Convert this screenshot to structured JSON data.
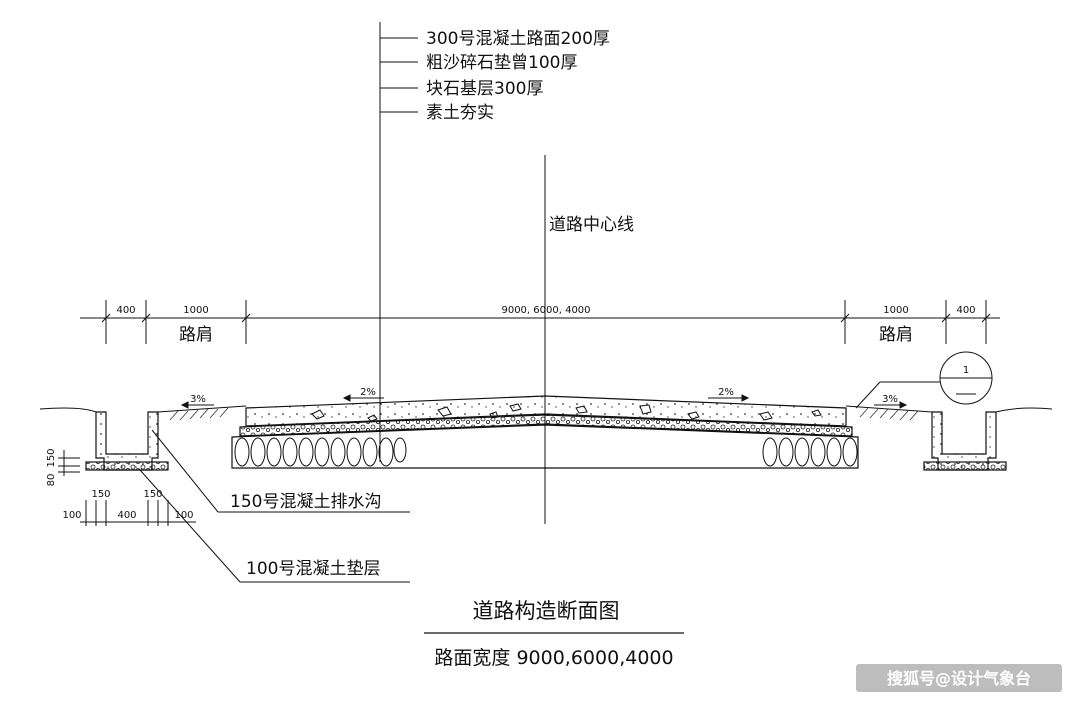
{
  "layer_labels": [
    "300号混凝土路面200厚",
    "粗沙碎石垫曾100厚",
    "块石基层300厚",
    "素土夯实"
  ],
  "centerline_label": "道路中心线",
  "top_dimensions": {
    "left_outer": "400",
    "left_shoulder": "1000",
    "center": "9000, 6000, 4000",
    "right_shoulder": "1000",
    "right_outer": "400"
  },
  "shoulder_label_left": "路肩",
  "shoulder_label_right": "路肩",
  "slopes": {
    "left_shoulder": "3%",
    "left_road": "2%",
    "right_road": "2%",
    "right_shoulder": "3%"
  },
  "ditch_label": "150号混凝土排水沟",
  "cushion_label": "100号混凝土垫层",
  "ditch_dimensions": {
    "vertical_1": "150",
    "vertical_2": "80",
    "bottom_1": "100",
    "bottom_2": "150",
    "bottom_3": "400",
    "bottom_4": "150",
    "bottom_5": "100"
  },
  "detail_callout": "1",
  "title": "道路构造断面图",
  "subtitle": "路面宽度 9000,6000,4000",
  "watermark": "搜狐号@设计气象台"
}
